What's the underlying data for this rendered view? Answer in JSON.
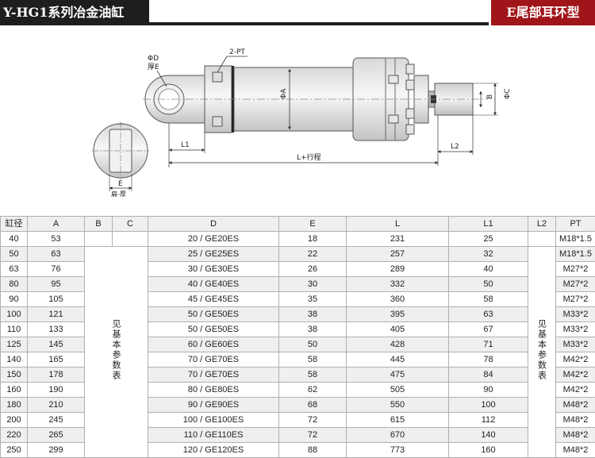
{
  "header": {
    "title": "Y-HG1系列冶金油缸",
    "subtitle": "E尾部耳环型"
  },
  "drawing": {
    "label_pt": "2-PT",
    "label_phi_d": "ΦD",
    "label_e_thick": "厚E",
    "label_phi_a": "ΦA",
    "label_b": "B",
    "label_phi_c": "ΦC",
    "label_l1": "L1",
    "label_l2": "L2",
    "label_stroke": "L+行程",
    "label_e": "E",
    "label_flat_thick": "扁-厚"
  },
  "table": {
    "headers": [
      "缸径",
      "A",
      "B",
      "C",
      "D",
      "E",
      "L",
      "L1",
      "L2",
      "PT"
    ],
    "merged_note_bc": "见基本参数表",
    "merged_note_l2": "见基本参数表",
    "rows": [
      {
        "bore": "40",
        "a": "53",
        "d": "20 / GE20ES",
        "e": "18",
        "l": "231",
        "l1": "25",
        "pt": "M18*1.5"
      },
      {
        "bore": "50",
        "a": "63",
        "d": "25 / GE25ES",
        "e": "22",
        "l": "257",
        "l1": "32",
        "pt": "M18*1.5"
      },
      {
        "bore": "63",
        "a": "76",
        "d": "30 / GE30ES",
        "e": "26",
        "l": "289",
        "l1": "40",
        "pt": "M27*2"
      },
      {
        "bore": "80",
        "a": "95",
        "d": "40 / GE40ES",
        "e": "30",
        "l": "332",
        "l1": "50",
        "pt": "M27*2"
      },
      {
        "bore": "90",
        "a": "105",
        "d": "45 / GE45ES",
        "e": "35",
        "l": "360",
        "l1": "58",
        "pt": "M27*2"
      },
      {
        "bore": "100",
        "a": "121",
        "d": "50 / GE50ES",
        "e": "38",
        "l": "395",
        "l1": "63",
        "pt": "M33*2"
      },
      {
        "bore": "110",
        "a": "133",
        "d": "50 / GE50ES",
        "e": "38",
        "l": "405",
        "l1": "67",
        "pt": "M33*2"
      },
      {
        "bore": "125",
        "a": "145",
        "d": "60 / GE60ES",
        "e": "50",
        "l": "428",
        "l1": "71",
        "pt": "M33*2"
      },
      {
        "bore": "140",
        "a": "165",
        "d": "70 / GE70ES",
        "e": "58",
        "l": "445",
        "l1": "78",
        "pt": "M42*2"
      },
      {
        "bore": "150",
        "a": "178",
        "d": "70 / GE70ES",
        "e": "58",
        "l": "475",
        "l1": "84",
        "pt": "M42*2"
      },
      {
        "bore": "160",
        "a": "190",
        "d": "80 / GE80ES",
        "e": "62",
        "l": "505",
        "l1": "90",
        "pt": "M42*2"
      },
      {
        "bore": "180",
        "a": "210",
        "d": "90 / GE90ES",
        "e": "68",
        "l": "550",
        "l1": "100",
        "pt": "M48*2"
      },
      {
        "bore": "200",
        "a": "245",
        "d": "100 / GE100ES",
        "e": "72",
        "l": "615",
        "l1": "112",
        "pt": "M48*2"
      },
      {
        "bore": "220",
        "a": "265",
        "d": "110 / GE110ES",
        "e": "72",
        "l": "670",
        "l1": "140",
        "pt": "M48*2"
      },
      {
        "bore": "250",
        "a": "299",
        "d": "120 / GE120ES",
        "e": "88",
        "l": "773",
        "l1": "160",
        "pt": "M48*2"
      }
    ]
  }
}
